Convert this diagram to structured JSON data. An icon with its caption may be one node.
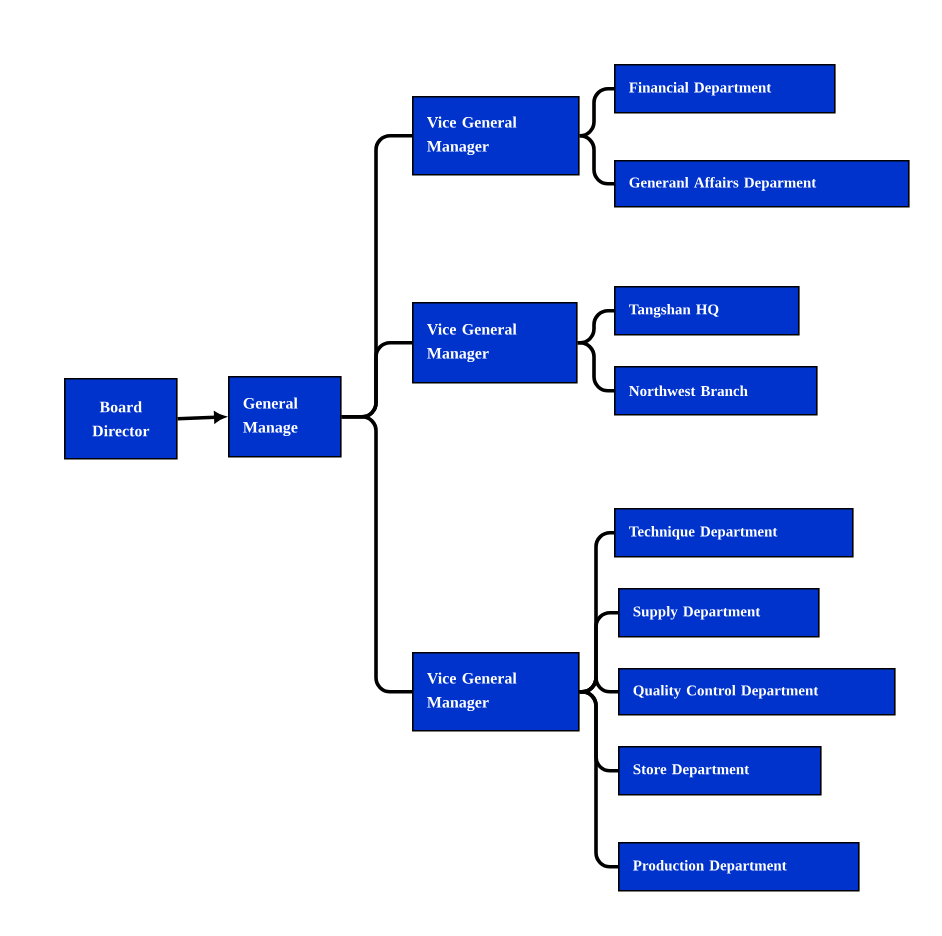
{
  "diagram": {
    "nodes": [
      {
        "text": [
          "Board Director"
        ]
      },
      {
        "text": [
          "General Manage"
        ]
      },
      {
        "text": [
          "Vice General Manager"
        ]
      },
      {
        "text": [
          "Vice General Manager"
        ]
      },
      {
        "text": [
          "Vice General Manager"
        ]
      },
      {
        "text": [
          "Financial Department"
        ]
      },
      {
        "text": [
          "Generanl Affairs Deparment"
        ]
      },
      {
        "text": [
          "Tangshan HQ"
        ]
      },
      {
        "text": [
          "Northwest Branch"
        ]
      },
      {
        "text": [
          "Technique Department"
        ]
      },
      {
        "text": [
          "Supply Department"
        ]
      },
      {
        "text": [
          "Quality Control Department"
        ]
      },
      {
        "text": [
          "Store Department"
        ]
      },
      {
        "text": [
          "Production Department"
        ]
      }
    ],
    "edges": [
      {
        "from": 0,
        "to": 1,
        "arrow": "to"
      },
      {
        "from": 1,
        "to": 2,
        "arrow": "none"
      },
      {
        "from": 1,
        "to": 3,
        "arrow": "none"
      },
      {
        "from": 1,
        "to": 4,
        "arrow": "none"
      },
      {
        "from": 2,
        "to": 5,
        "arrow": "none"
      },
      {
        "from": 2,
        "to": 6,
        "arrow": "none"
      },
      {
        "from": 3,
        "to": 7,
        "arrow": "none"
      },
      {
        "from": 3,
        "to": 8,
        "arrow": "none"
      },
      {
        "from": 4,
        "to": 9,
        "arrow": "none"
      },
      {
        "from": 4,
        "to": 10,
        "arrow": "none"
      },
      {
        "from": 4,
        "to": 11,
        "arrow": "none"
      },
      {
        "from": 4,
        "to": 12,
        "arrow": "none"
      },
      {
        "from": 4,
        "to": 13,
        "arrow": "none"
      }
    ]
  }
}
